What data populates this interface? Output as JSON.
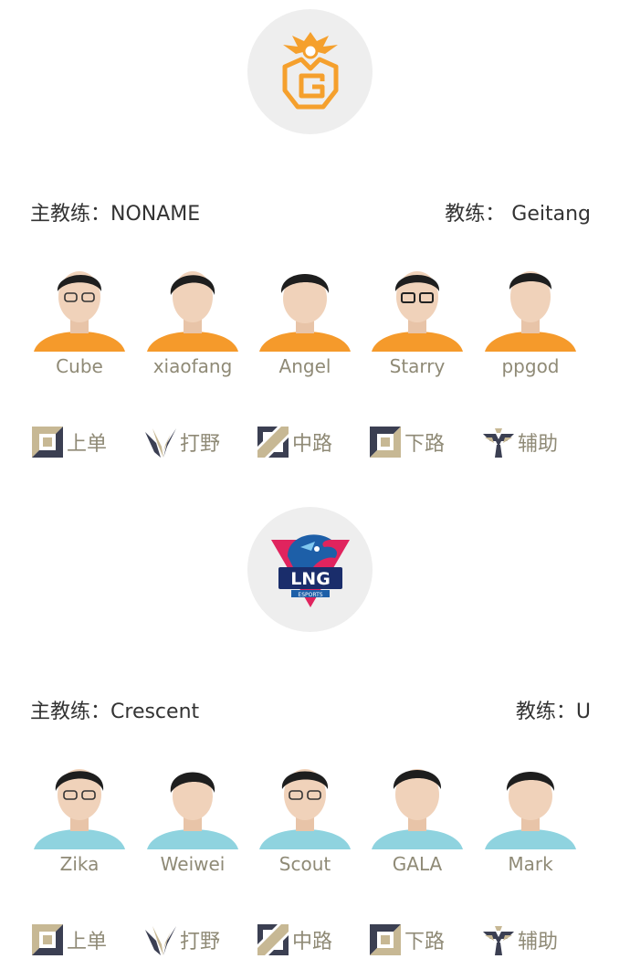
{
  "teams": [
    {
      "logo_icon": "omg-logo-icon",
      "head_coach_label": "主教练：",
      "head_coach": "NONAME",
      "coach_label": "教练：",
      "coach": " Geitang",
      "jersey_color": "#f59a2b",
      "players": [
        "Cube",
        "xiaofang",
        "Angel",
        "Starry",
        "ppgod"
      ]
    },
    {
      "logo_icon": "lng-logo-icon",
      "head_coach_label": "主教练：",
      "head_coach": "Crescent",
      "coach_label": "教练：",
      "coach": "U",
      "jersey_color": "#8fd3df",
      "players": [
        "Zika",
        "Weiwei",
        "Scout",
        "GALA",
        "Mark"
      ]
    }
  ],
  "roles": [
    "上单",
    "打野",
    "中路",
    "下路",
    "辅助"
  ],
  "role_icons": [
    "top-lane-icon",
    "jungle-icon",
    "mid-lane-icon",
    "bot-lane-icon",
    "support-icon"
  ],
  "colors": {
    "name_text": "#8f8a76",
    "role_icon_tan": "#c7b894",
    "role_icon_dark": "#3b3f52",
    "omg_orange": "#f5a02d",
    "lng_blue": "#1d5fa8",
    "lng_red": "#e0245e"
  }
}
